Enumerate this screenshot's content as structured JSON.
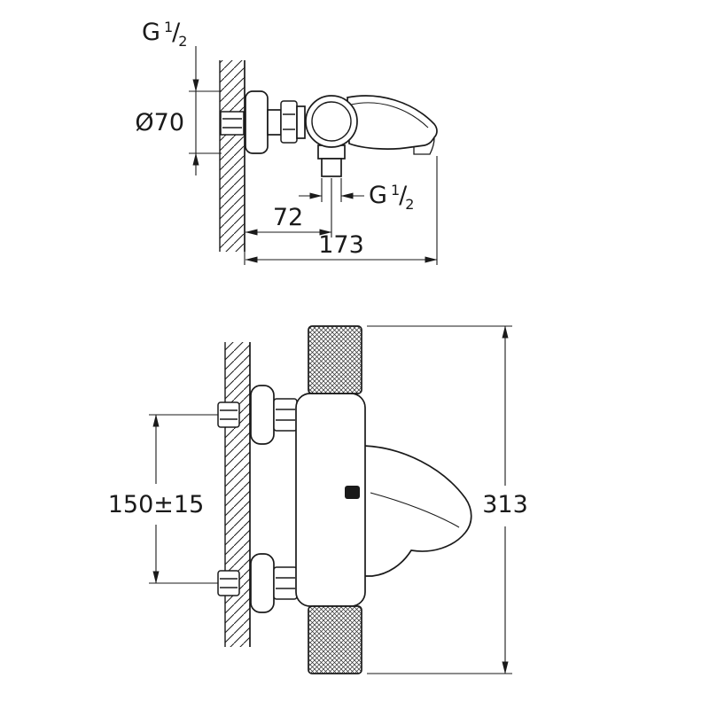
{
  "colors": {
    "ink": "#1a1a1a",
    "paper": "#ffffff"
  },
  "top_view": {
    "thread_wall": {
      "g": "G",
      "num": "1",
      "slash": "/",
      "den": "2"
    },
    "flange_diameter": "Ø70",
    "thread_spout": {
      "g": "G",
      "num": "1",
      "slash": "/",
      "den": "2"
    },
    "dim_offset": "72",
    "dim_depth": "173"
  },
  "front_view": {
    "dim_spacing": "150±15",
    "dim_height": "313"
  }
}
